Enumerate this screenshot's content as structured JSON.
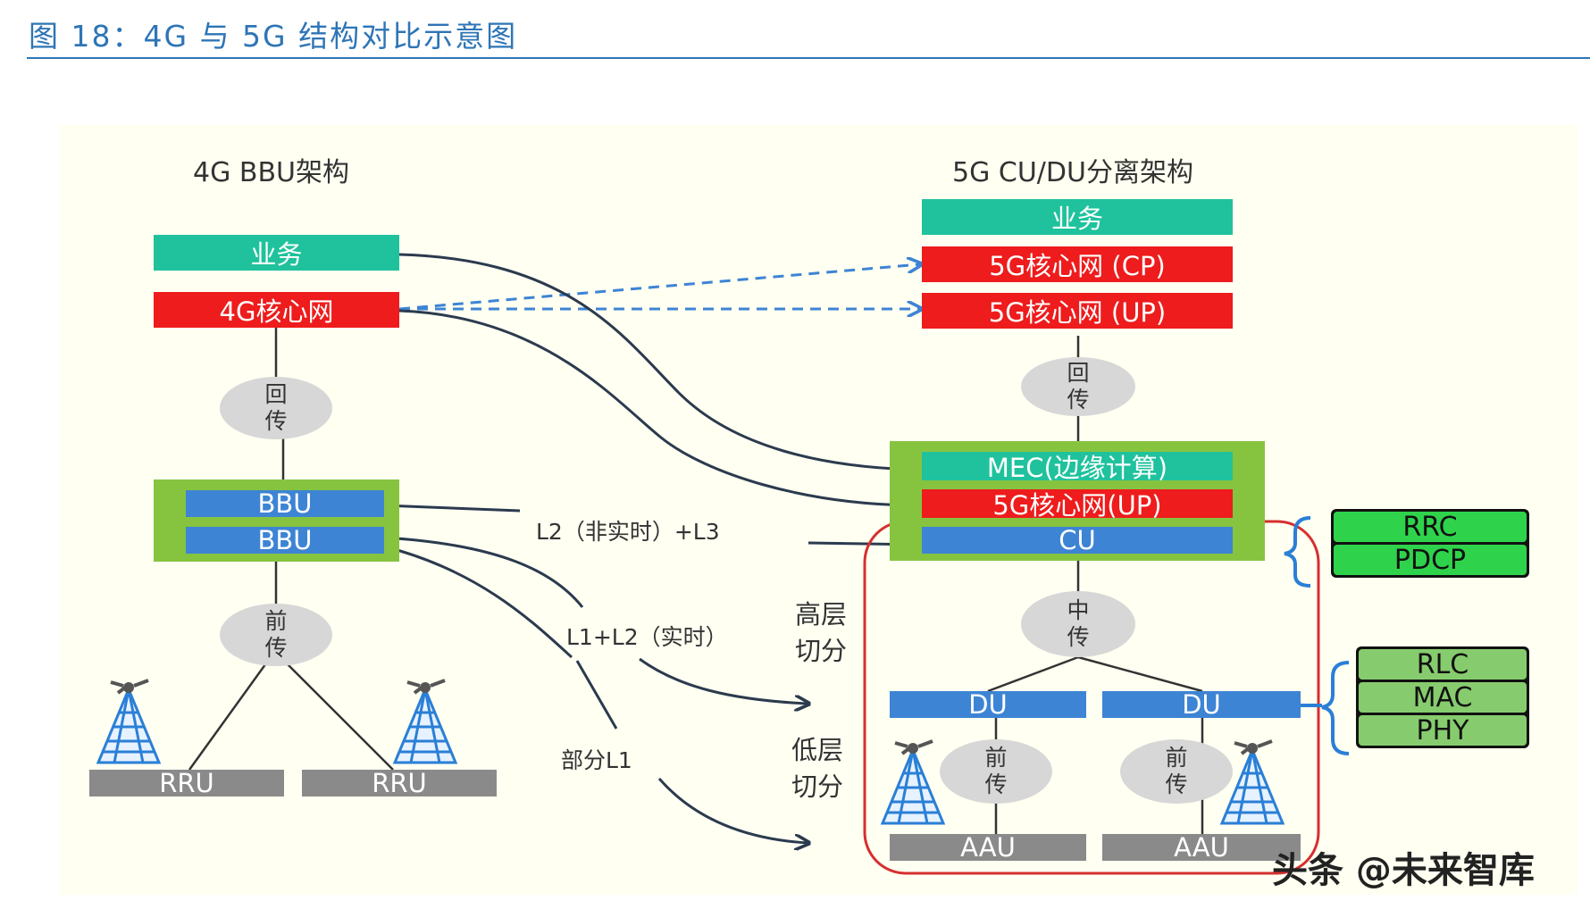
{
  "figure": {
    "title": "图 18：4G 与 5G 结构对比示意图",
    "watermark": "头条 @未来智库"
  },
  "left": {
    "heading": "4G BBU架构",
    "service": "业务",
    "core": "4G核心网",
    "backhaul": [
      "回",
      "传"
    ],
    "bbu": [
      "BBU",
      "BBU"
    ],
    "fronthaul": [
      "前",
      "传"
    ],
    "rru": [
      "RRU",
      "RRU"
    ]
  },
  "right": {
    "heading": "5G CU/DU分离架构",
    "service": "业务",
    "core_cp": "5G核心网 (CP)",
    "core_up": "5G核心网 (UP)",
    "backhaul": [
      "回",
      "传"
    ],
    "mec": "MEC(边缘计算)",
    "core_up2": "5G核心网(UP)",
    "cu": "CU",
    "midhaul": [
      "中",
      "传"
    ],
    "du": [
      "DU",
      "DU"
    ],
    "fronthaul": [
      "前",
      "传"
    ],
    "aau": [
      "AAU",
      "AAU"
    ]
  },
  "middle": {
    "l2l3": "L2（非实时）+L3",
    "l1l2": "L1+L2（实时）",
    "partial_l1": "部分L1",
    "high_split": [
      "高层",
      "切分"
    ],
    "low_split": [
      "低层",
      "切分"
    ]
  },
  "protocols": {
    "cu_layers": [
      "RRC",
      "PDCP"
    ],
    "du_layers": [
      "RLC",
      "MAC",
      "PHY"
    ]
  },
  "colors": {
    "accent": "#2e75b6",
    "teal": "#1fc29c",
    "red": "#ee1c1c",
    "blue": "#3d84d4",
    "green_container": "#86c440",
    "bright_green": "#2fd34b",
    "pale_green": "#86cc6e",
    "gray": "#8a8a8a",
    "outline_red": "#d62f2f",
    "arrow_dash": "#3d84d4",
    "arrow_solid": "#2b3a4e"
  },
  "icons": [
    "antenna-tower-icon"
  ]
}
